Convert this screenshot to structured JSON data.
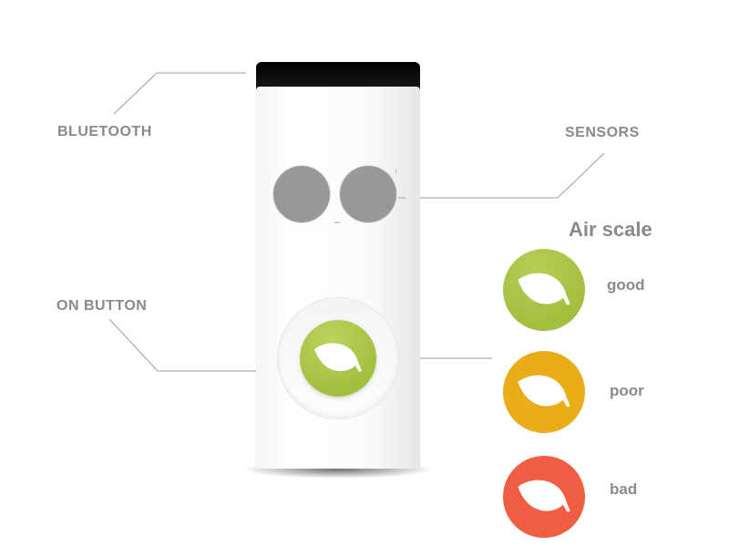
{
  "labels": {
    "bluetooth": "BLUETOOTH",
    "sensors": "SENSORS",
    "on_button": "ON BUTTON"
  },
  "air_scale": {
    "title": "Air scale",
    "levels": [
      {
        "label": "good",
        "color": "#a8c449"
      },
      {
        "label": "poor",
        "color": "#e8ad18"
      },
      {
        "label": "bad",
        "color": "#ef5e43"
      }
    ]
  },
  "icons": {
    "leaf": "leaf-icon"
  }
}
